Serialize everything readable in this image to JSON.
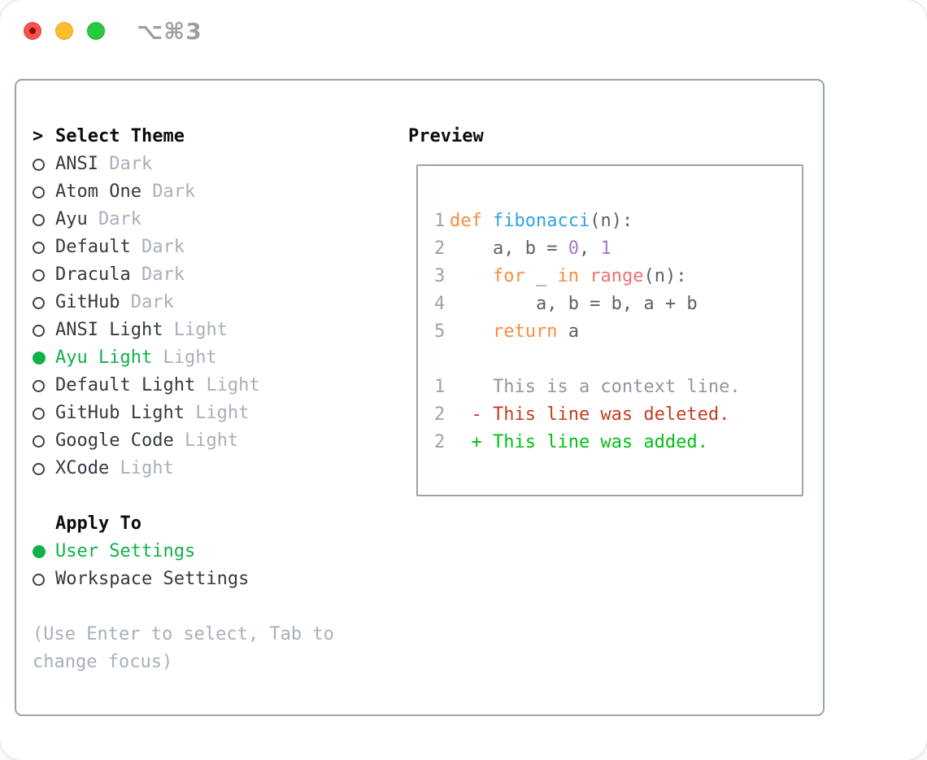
{
  "window": {
    "title": "⌥⌘3"
  },
  "traffic_lights": [
    {
      "name": "close",
      "color": "#f5544d",
      "dot": "#8c1209"
    },
    {
      "name": "minimize",
      "color": "#fcbd2f"
    },
    {
      "name": "zoom",
      "color": "#27c93f"
    }
  ],
  "colors": {
    "selection_green": "#0fb148",
    "panel_border": "#9aa3ae",
    "text_dark": "#343a42",
    "text_muted": "#a8b0ba",
    "heading": "#0b0d10",
    "line_number": "#99a2ad",
    "title_gray": "#9aa0a8"
  },
  "theme_picker": {
    "header": {
      "prefix": ">",
      "label": "Select Theme"
    },
    "items": [
      {
        "name": "ANSI",
        "variant": "Dark",
        "selected": false
      },
      {
        "name": "Atom One",
        "variant": "Dark",
        "selected": false
      },
      {
        "name": "Ayu",
        "variant": "Dark",
        "selected": false
      },
      {
        "name": "Default",
        "variant": "Dark",
        "selected": false
      },
      {
        "name": "Dracula",
        "variant": "Dark",
        "selected": false
      },
      {
        "name": "GitHub",
        "variant": "Dark",
        "selected": false
      },
      {
        "name": "ANSI Light",
        "variant": "Light",
        "selected": false
      },
      {
        "name": "Ayu Light",
        "variant": "Light",
        "selected": true
      },
      {
        "name": "Default Light",
        "variant": "Light",
        "selected": false
      },
      {
        "name": "GitHub Light",
        "variant": "Light",
        "selected": false
      },
      {
        "name": "Google Code",
        "variant": "Light",
        "selected": false
      },
      {
        "name": "XCode",
        "variant": "Light",
        "selected": false
      }
    ],
    "apply_to": {
      "label": "Apply To",
      "options": [
        {
          "label": "User Settings",
          "selected": true
        },
        {
          "label": "Workspace Settings",
          "selected": false
        }
      ]
    },
    "hint": "(Use Enter to select, Tab to change focus)"
  },
  "preview": {
    "label": "Preview",
    "palette": {
      "keyword": "#fa8d3e",
      "function": "#32a1e8",
      "constant": "#a37acc",
      "builtin": "#f07171",
      "plain": "#5c6166",
      "context": "#8f97a1",
      "deleted": "#c43c1f",
      "added": "#06bf15"
    },
    "code_lines": [
      {
        "num": "1",
        "segments": [
          {
            "c": "keyword",
            "t": "def"
          },
          {
            "c": "plain",
            "t": " "
          },
          {
            "c": "function",
            "t": "fibonacci"
          },
          {
            "c": "plain",
            "t": "(n):"
          }
        ]
      },
      {
        "num": "2",
        "segments": [
          {
            "c": "plain",
            "t": "    a, b = "
          },
          {
            "c": "constant",
            "t": "0"
          },
          {
            "c": "plain",
            "t": ", "
          },
          {
            "c": "constant",
            "t": "1"
          }
        ]
      },
      {
        "num": "3",
        "segments": [
          {
            "c": "plain",
            "t": "    "
          },
          {
            "c": "keyword",
            "t": "for"
          },
          {
            "c": "plain",
            "t": " _ "
          },
          {
            "c": "keyword",
            "t": "in"
          },
          {
            "c": "plain",
            "t": " "
          },
          {
            "c": "builtin",
            "t": "range"
          },
          {
            "c": "plain",
            "t": "(n):"
          }
        ]
      },
      {
        "num": "4",
        "segments": [
          {
            "c": "plain",
            "t": "        a, b = b, a + b"
          }
        ]
      },
      {
        "num": "5",
        "segments": [
          {
            "c": "plain",
            "t": "    "
          },
          {
            "c": "keyword",
            "t": "return"
          },
          {
            "c": "plain",
            "t": " a"
          }
        ]
      }
    ],
    "diff_lines": [
      {
        "num": "1",
        "segments": [
          {
            "c": "context",
            "t": "    This is a context line."
          }
        ]
      },
      {
        "num": "2",
        "segments": [
          {
            "c": "deleted",
            "t": "  - This line was deleted."
          }
        ]
      },
      {
        "num": "2",
        "segments": [
          {
            "c": "added",
            "t": "  + This line was added."
          }
        ]
      }
    ]
  }
}
